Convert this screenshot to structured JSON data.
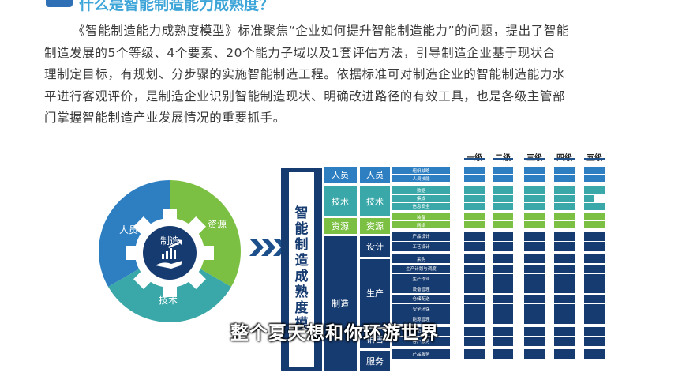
{
  "header": {
    "title": "什么是智能制造能力成熟度？"
  },
  "intro": {
    "lines": [
      "《智能制造能力成熟度模型》标准聚焦“企业如何提升智能制造能力”的问题，提出了智能",
      "制造发展的5个等级、4个要素、20个能力子域以及1套评估方法，引导制造企业基于现状合",
      "理制定目标，有规划、分步骤的实施智能制造工程。依据标准可对制造企业的智能制造能力水",
      "平进行客观评价，是制造企业识别智能制造现状、明确改进路径的有效工具，也是各级主管部",
      "门掌握智能制造产业发展情况的重要抓手。"
    ]
  },
  "cycle": {
    "center": "制造",
    "segments": [
      "人员",
      "资源",
      "技术"
    ]
  },
  "model": {
    "title": "智能制造成熟度模",
    "domains": [
      "人员",
      "技术",
      "资源",
      "制造"
    ],
    "subdomains": [
      "人员",
      "技术",
      "资源",
      "设计",
      "生产",
      "销售",
      "服务"
    ],
    "items": [
      "组织战略",
      "人员技能",
      "数据",
      "集成",
      "信息安全",
      "装备",
      "网络",
      "产品设计",
      "工艺设计",
      "采购",
      "生产计划与调度",
      "生产作业",
      "设备管理",
      "仓储配送",
      "安全环保",
      "能源管理",
      "销售",
      "客户服务",
      "产品服务"
    ],
    "levels": [
      "一级",
      "二级",
      "三级",
      "四级",
      "五级"
    ]
  },
  "subtitle": "整个夏天想和你环游世界",
  "colors": {
    "dark_blue": "#163b70",
    "mid_blue": "#2e7fc2",
    "teal": "#3aa8a8",
    "green": "#7cc043",
    "heading": "#3ea5d8"
  }
}
